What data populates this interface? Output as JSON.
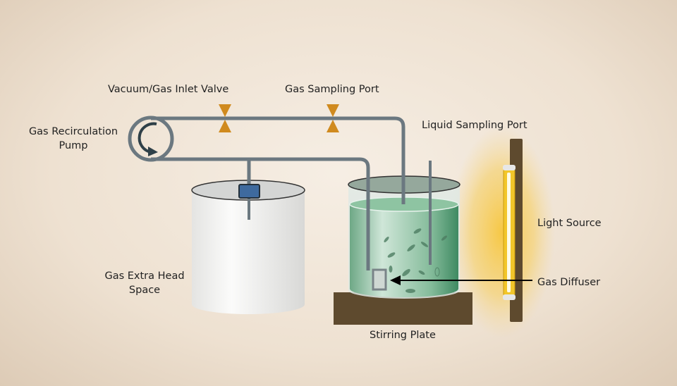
{
  "labels": {
    "vacuum_valve": "Vacuum/Gas Inlet Valve",
    "gas_sampling": "Gas Sampling Port",
    "liquid_sampling": "Liquid Sampling Port",
    "pump_line1": "Gas Recirculation",
    "pump_line2": "Pump",
    "light_source": "Light Source",
    "headspace_line1": "Gas Extra Head",
    "headspace_line2": "Space",
    "gas_diffuser": "Gas Diffuser",
    "stirring_plate": "Stirring Plate"
  },
  "colors": {
    "pipe": "#6b7880",
    "valve": "#d08a1e",
    "liquid": "#6fae8a",
    "plate": "#5e4a2e",
    "light": "#f2c62a",
    "connector": "#3e6a9e"
  }
}
